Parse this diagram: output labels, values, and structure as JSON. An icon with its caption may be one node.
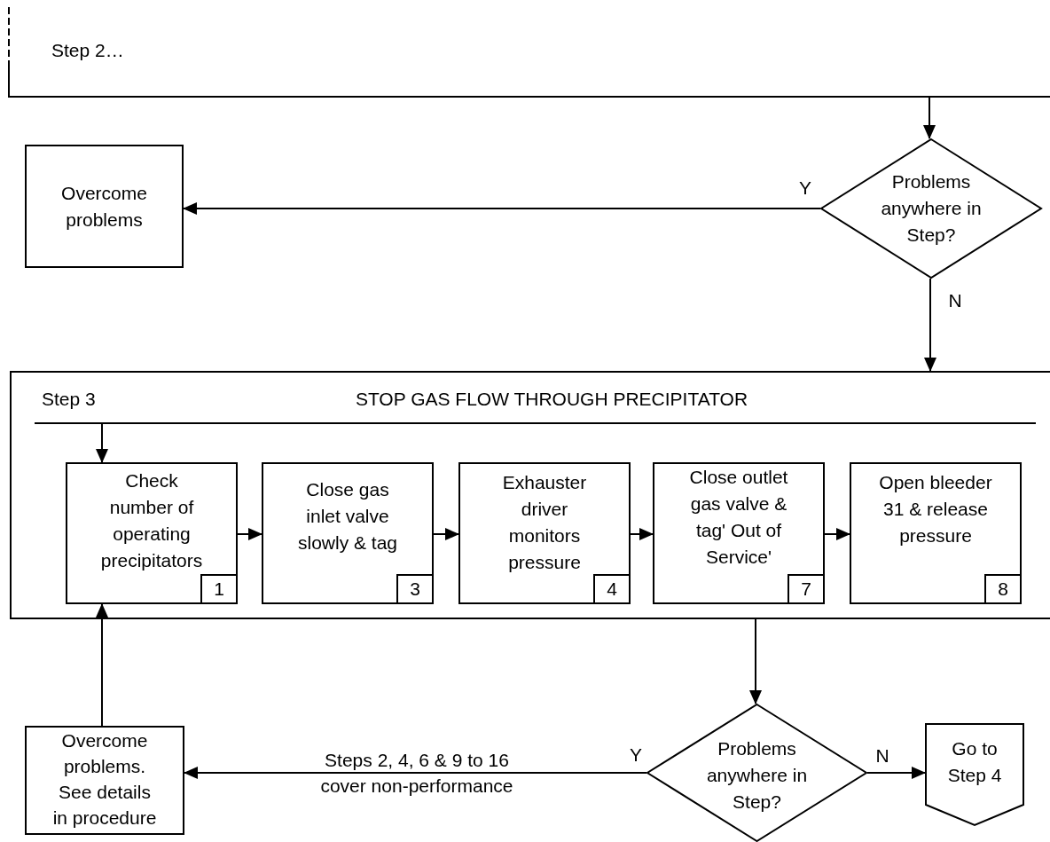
{
  "diagram": {
    "nodes": [
      {
        "text": [
          "Step 2…"
        ]
      },
      {
        "text": [
          "Overcome problems"
        ]
      },
      {
        "text": [
          "Problems anywhere in Step?"
        ]
      },
      {
        "text": [
          "Step 3",
          "STOP GAS FLOW THROUGH PRECIPITATOR"
        ]
      },
      {
        "text": [
          "Check number of operating precipitators"
        ],
        "in": 3
      },
      {
        "text": [
          "1"
        ],
        "in": 4
      },
      {
        "text": [
          "Close gas inlet valve slowly & tag"
        ],
        "in": 3
      },
      {
        "text": [
          "3"
        ],
        "in": 6
      },
      {
        "text": [
          "Exhauster driver monitors pressure"
        ],
        "in": 3
      },
      {
        "text": [
          "4"
        ],
        "in": 8
      },
      {
        "text": [
          "Close outlet gas valve & tag' Out of Service'"
        ],
        "in": 3
      },
      {
        "text": [
          "7"
        ],
        "in": 10
      },
      {
        "text": [
          "Open bleeder 31 & release pressure"
        ],
        "in": 3
      },
      {
        "text": [
          "8"
        ],
        "in": 12
      },
      {
        "text": [
          "Overcome problems. See details in procedure"
        ]
      },
      {
        "text": [
          "Problems anywhere in Step?"
        ]
      },
      {
        "text": [
          "Go to Step 4"
        ]
      }
    ],
    "edges": [
      {
        "from": 0,
        "to": 2,
        "arrow": "to"
      },
      {
        "from": 2,
        "to": 1,
        "arrow": "to",
        "label": "Y"
      },
      {
        "from": 2,
        "to": 3,
        "arrow": "to",
        "label": "N"
      },
      {
        "from": 3,
        "to": 4,
        "arrow": "to"
      },
      {
        "from": 4,
        "to": 6,
        "arrow": "to"
      },
      {
        "from": 6,
        "to": 8,
        "arrow": "to"
      },
      {
        "from": 8,
        "to": 10,
        "arrow": "to"
      },
      {
        "from": 10,
        "to": 12,
        "arrow": "to"
      },
      {
        "from": 3,
        "to": 15,
        "arrow": "to"
      },
      {
        "from": 15,
        "to": 14,
        "arrow": "to",
        "label": "Steps 2, 4, 6 & 9 to 16 cover non-performance"
      },
      {
        "from": 15,
        "to": 16,
        "arrow": "to",
        "label": "N"
      },
      {
        "from": 14,
        "to": 4,
        "arrow": "to"
      }
    ],
    "labels": [
      "Y"
    ]
  }
}
